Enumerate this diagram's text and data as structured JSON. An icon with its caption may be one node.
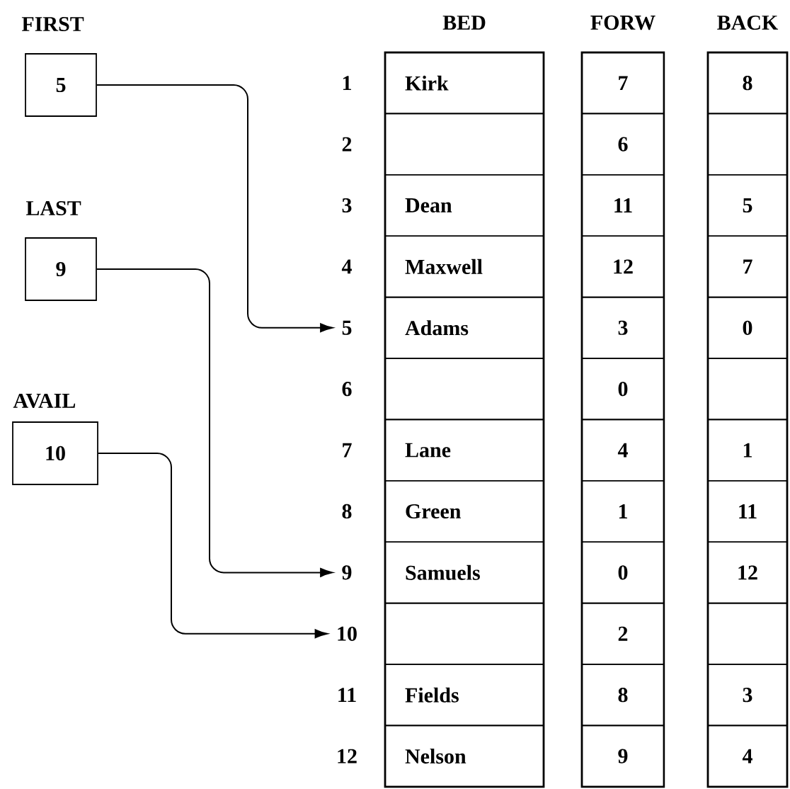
{
  "diagram": {
    "nodes": [
      {
        "text": [
          "FIRST",
          "5"
        ]
      },
      {
        "text": [
          "LAST",
          "9"
        ]
      },
      {
        "text": [
          "AVAIL",
          "10"
        ]
      },
      {
        "text": [
          "5"
        ]
      },
      {
        "text": [
          "9"
        ]
      },
      {
        "text": [
          "10"
        ]
      },
      {
        "text": [
          "BED"
        ]
      },
      {
        "text": [
          "Kirk"
        ],
        "in": 6
      },
      {
        "text": [],
        "shape": "box",
        "in": 6
      },
      {
        "text": [
          "Dean"
        ],
        "in": 6
      },
      {
        "text": [
          "Maxwell"
        ],
        "in": 6
      },
      {
        "text": [
          "Adams"
        ],
        "in": 6
      },
      {
        "text": [],
        "shape": "box",
        "in": 6
      },
      {
        "text": [
          "Lane"
        ],
        "in": 6
      },
      {
        "text": [
          "Green"
        ],
        "in": 6
      },
      {
        "text": [
          "Samuels"
        ],
        "in": 6
      },
      {
        "text": [],
        "shape": "box",
        "in": 6
      },
      {
        "text": [
          "Fields"
        ],
        "in": 6
      },
      {
        "text": [
          "Nelson"
        ],
        "in": 6
      },
      {
        "text": [
          "FORW"
        ]
      },
      {
        "text": [
          "7"
        ],
        "in": 19
      },
      {
        "text": [
          "6"
        ],
        "in": 19
      },
      {
        "text": [
          "11"
        ],
        "in": 19
      },
      {
        "text": [
          "12"
        ],
        "in": 19
      },
      {
        "text": [
          "3"
        ],
        "in": 19
      },
      {
        "text": [
          "0"
        ],
        "in": 19
      },
      {
        "text": [
          "4"
        ],
        "in": 19
      },
      {
        "text": [
          "1"
        ],
        "in": 19
      },
      {
        "text": [
          "0"
        ],
        "in": 19
      },
      {
        "text": [
          "2"
        ],
        "in": 19
      },
      {
        "text": [
          "8"
        ],
        "in": 19
      },
      {
        "text": [
          "9"
        ],
        "in": 19
      },
      {
        "text": [
          "BACK"
        ]
      },
      {
        "text": [
          "8"
        ],
        "in": 32
      },
      {
        "text": [],
        "shape": "box",
        "in": 32
      },
      {
        "text": [
          "5"
        ],
        "in": 32
      },
      {
        "text": [
          "7"
        ],
        "in": 32
      },
      {
        "text": [
          "0"
        ],
        "in": 32
      },
      {
        "text": [],
        "shape": "box",
        "in": 32
      },
      {
        "text": [
          "1"
        ],
        "in": 32
      },
      {
        "text": [
          "11"
        ],
        "in": 32
      },
      {
        "text": [
          "12"
        ],
        "in": 32
      },
      {
        "text": [],
        "shape": "box",
        "in": 32
      },
      {
        "text": [
          "3"
        ],
        "in": 32
      },
      {
        "text": [
          "4"
        ],
        "in": 32
      }
    ],
    "edges": [
      {
        "from": 0,
        "to": 3,
        "arrow": "to"
      },
      {
        "from": 1,
        "to": 4,
        "arrow": "to"
      },
      {
        "from": 2,
        "to": 5,
        "arrow": "to"
      }
    ],
    "labels": [
      "1",
      "2",
      "3",
      "4",
      "6",
      "7",
      "8",
      "11",
      "12"
    ]
  }
}
